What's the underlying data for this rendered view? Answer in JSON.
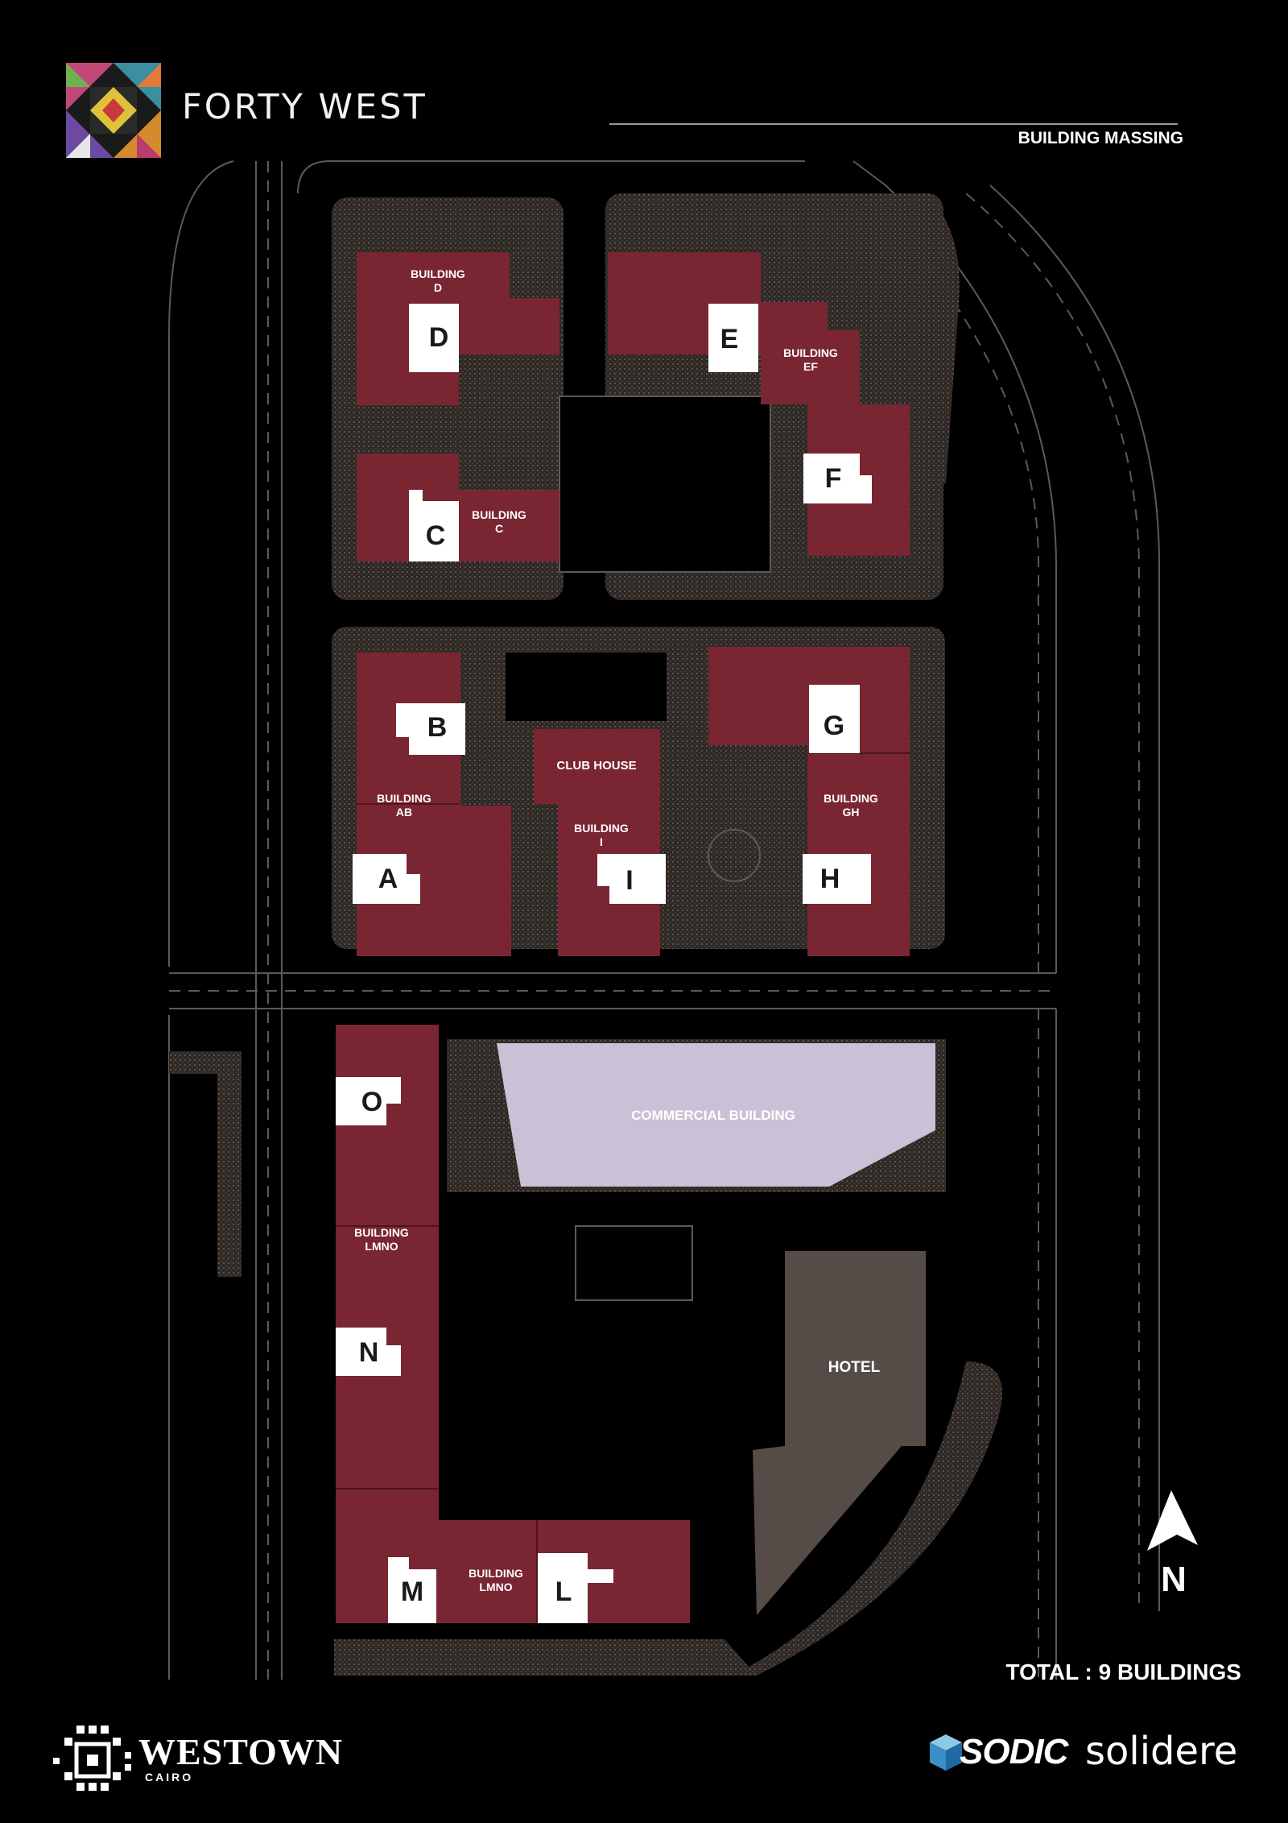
{
  "header": {
    "brand_name": "FORTY WEST",
    "section_title": "BUILDING MASSING"
  },
  "buildings": [
    {
      "id": "bld-d",
      "label": "BUILDING\nD",
      "letters": [
        "D"
      ]
    },
    {
      "id": "bld-ef",
      "label": "BUILDING\nEF",
      "letters": [
        "E",
        "F"
      ]
    },
    {
      "id": "bld-c",
      "label": "BUILDING\nC",
      "letters": [
        "C"
      ]
    },
    {
      "id": "bld-ab",
      "label": "BUILDING\nAB",
      "letters": [
        "B",
        "A"
      ]
    },
    {
      "id": "bld-i",
      "label": "BUILDING\nI",
      "letters": [
        "I"
      ]
    },
    {
      "id": "bld-gh",
      "label": "BUILDING\nGH",
      "letters": [
        "G",
        "H"
      ]
    },
    {
      "id": "bld-lmno",
      "label": "BUILDING\nLMNO",
      "letters": [
        "O",
        "N",
        "M",
        "L"
      ]
    }
  ],
  "facilities": {
    "club_house": "CLUB HOUSE",
    "commercial": "COMMERCIAL BUILDING",
    "hotel": "HOTEL"
  },
  "compass": {
    "label": "N"
  },
  "summary": {
    "total": "TOTAL : 9 BUILDINGS"
  },
  "footer": {
    "westown": "WESTOWN",
    "westown_sub": "CAIRO",
    "sodic": "SODIC",
    "solidere": "solidere"
  },
  "colors": {
    "residential": "#7a2532",
    "commercial": "#c9c1d6",
    "hotel": "#554c48",
    "landscape": "#2f2926",
    "label_box": "#ffffff",
    "background": "#000000"
  }
}
